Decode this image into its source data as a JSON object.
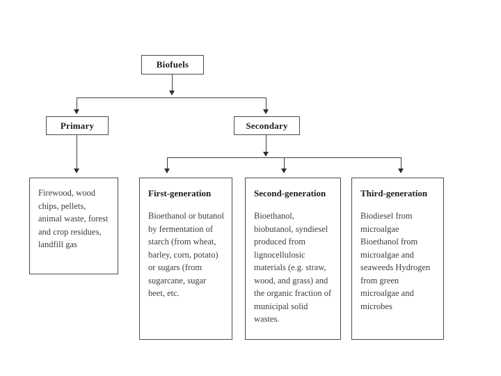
{
  "diagram": {
    "title_node": {
      "label": "Biofuels"
    },
    "level2": [
      {
        "id": "primary",
        "label": "Primary"
      },
      {
        "id": "secondary",
        "label": "Secondary"
      }
    ],
    "leaves": [
      {
        "id": "primary-content",
        "title": "",
        "body": "Firewood, wood chips, pellets, animal waste, forest and crop residues, landfill gas"
      },
      {
        "id": "first-generation",
        "title": "First-generation",
        "body": "Bioethanol or butanol by fermentation of starch (from wheat, barley, corn, potato) or sugars (from sugarcane, sugar beet, etc."
      },
      {
        "id": "second-generation",
        "title": "Second-generation",
        "body": "Bioethanol, biobutanol, syndiesel produced from lignocellulosic materials (e.g. straw, wood, and grass) and the organic fraction of municipal solid wastes."
      },
      {
        "id": "third-generation",
        "title": "Third-generation",
        "body": "Biodiesel from microalgae Bioethanol from microalgae and seaweeds Hydrogen from  green microalgae and microbes"
      }
    ],
    "colors": {
      "box_border": "#4a4a4a",
      "connector": "#3d3d3d",
      "text": "#3a3a3a",
      "heading_text": "#1b1b1b",
      "background": "#ffffff"
    }
  }
}
